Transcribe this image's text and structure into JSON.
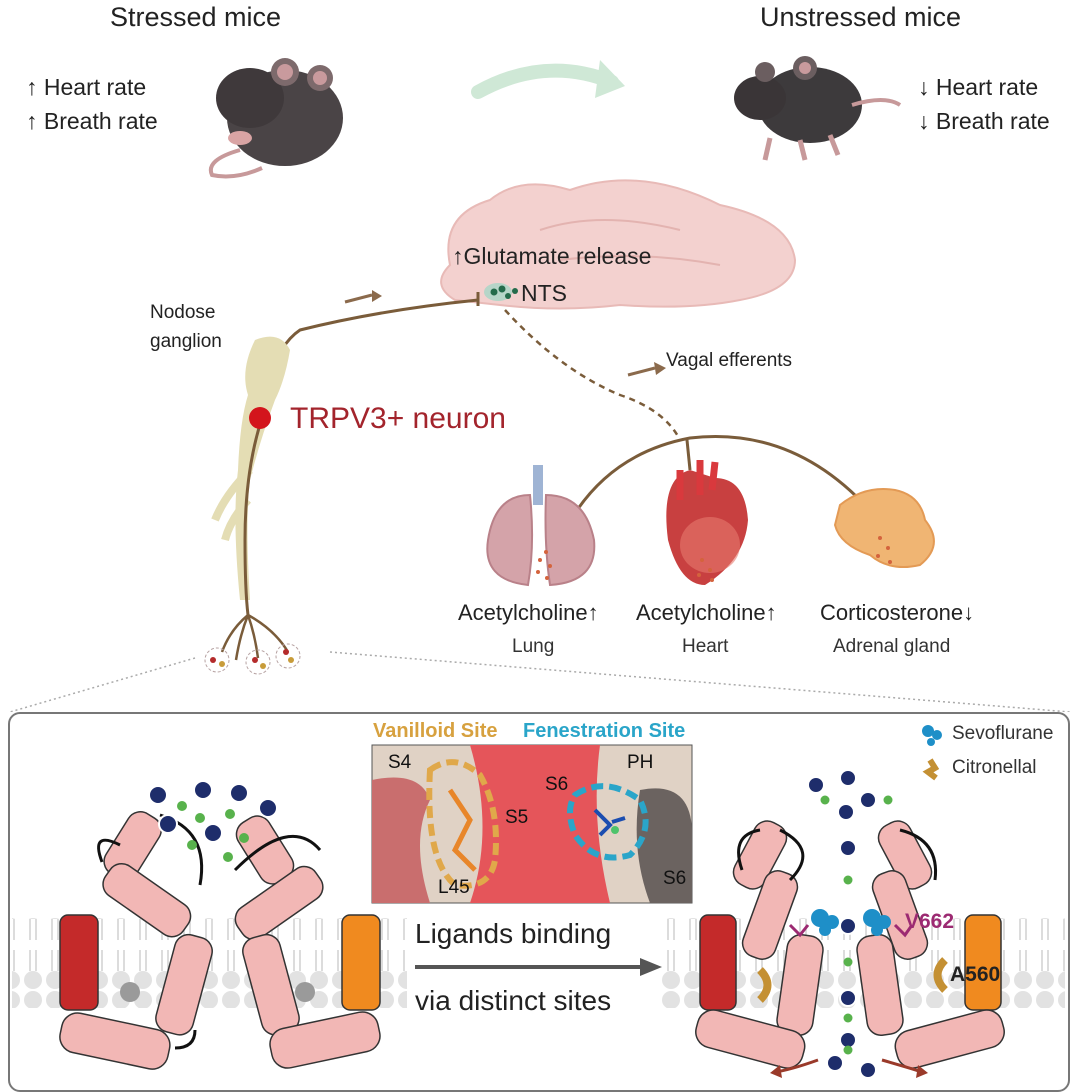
{
  "top": {
    "stressed_title": "Stressed mice",
    "unstressed_title": "Unstressed mice",
    "stressed_heart": "Heart rate",
    "stressed_breath": "Breath rate",
    "unstressed_heart": "Heart rate",
    "unstressed_breath": "Breath rate",
    "arrow_up": "↑",
    "arrow_down": "↓"
  },
  "brain": {
    "glutamate": "Glutamate release",
    "nts": "NTS",
    "vagal_efferents": "Vagal efferents"
  },
  "neuron": {
    "nodose_line1": "Nodose",
    "nodose_line2": "ganglion",
    "trpv3": "TRPV3+ neuron"
  },
  "organs": [
    {
      "effect": "Acetylcholine",
      "arrow": "↑",
      "name": "Lung"
    },
    {
      "effect": "Acetylcholine",
      "arrow": "↑",
      "name": "Heart"
    },
    {
      "effect": "Corticosterone",
      "arrow": "↓",
      "name": "Adrenal gland"
    }
  ],
  "structure": {
    "vanilloid_site": "Vanilloid Site",
    "fenestration_site": "Fenestration Site",
    "labels": [
      "S4",
      "S5",
      "S6",
      "PH",
      "L45",
      "S6"
    ]
  },
  "mechanism": {
    "line1": "Ligands binding",
    "line2": "via distinct sites",
    "v662": "V662",
    "a560": "A560"
  },
  "legend": {
    "sevoflurane": "Sevoflurane",
    "citronellal": "Citronellal"
  },
  "colors": {
    "vanilloid": "#e0a84a",
    "fenestration": "#2aa5c9",
    "trpv3_red": "#a3242c",
    "helix_pink": "#f2b7b5",
    "v662_magenta": "#9c2a72",
    "sevoflurane_blue": "#1e8fc8",
    "citronellal_gold": "#c49033"
  }
}
